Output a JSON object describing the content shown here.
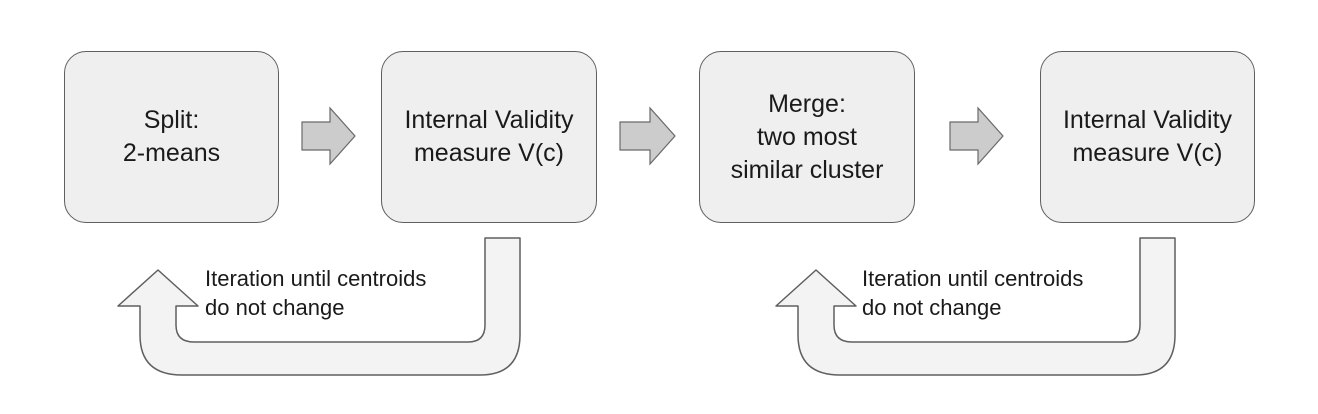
{
  "boxes": [
    {
      "lines": [
        "Split:",
        "2-means"
      ]
    },
    {
      "lines": [
        "Internal Validity",
        "measure V(c)"
      ]
    },
    {
      "lines": [
        "Merge:",
        "two most",
        "similar cluster"
      ]
    },
    {
      "lines": [
        "Internal Validity",
        "measure V(c)"
      ]
    }
  ],
  "loops": [
    {
      "lines": [
        "Iteration until centroids",
        "do not change"
      ]
    },
    {
      "lines": [
        "Iteration until centroids",
        "do not change"
      ]
    }
  ],
  "colors": {
    "box_fill": "#efefef",
    "arrow_fill": "#cccccc",
    "loop_fill": "#f3f3f3",
    "stroke": "#5f5f5f"
  }
}
